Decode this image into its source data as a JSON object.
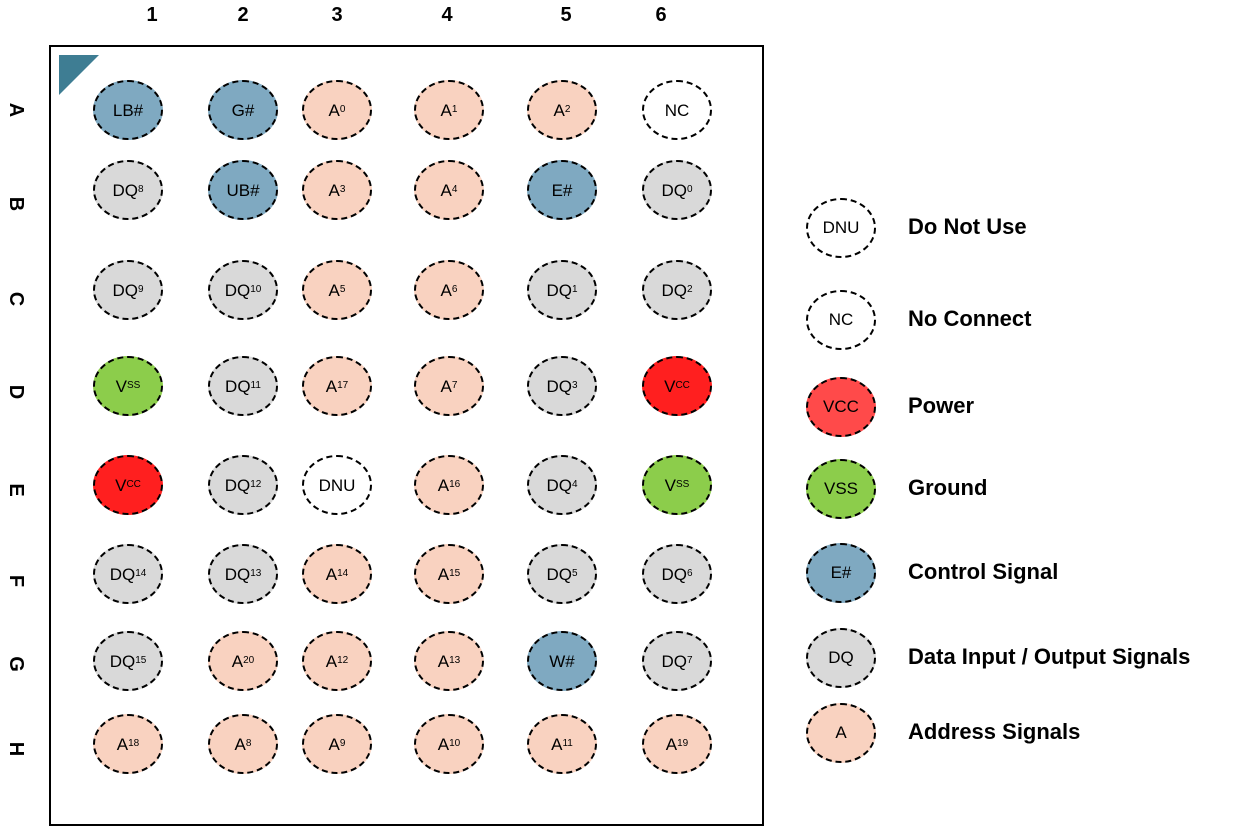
{
  "columns": [
    "1",
    "2",
    "3",
    "4",
    "5",
    "6"
  ],
  "rows": [
    "A",
    "B",
    "C",
    "D",
    "E",
    "F",
    "G",
    "H"
  ],
  "colors": {
    "control": "#7fa9c1",
    "data": "#d9d9d9",
    "address": "#f9d2c0",
    "ground": "#8ccd4b",
    "power": "#ff1f1f",
    "unused": "#ffffff",
    "pin1_marker": "#3e7d93"
  },
  "grid": [
    [
      {
        "t": "LB#",
        "s": "",
        "k": "ctrl"
      },
      {
        "t": "G#",
        "s": "",
        "k": "ctrl"
      },
      {
        "t": "A",
        "s": "0",
        "k": "addr"
      },
      {
        "t": "A",
        "s": "1",
        "k": "addr"
      },
      {
        "t": "A",
        "s": "2",
        "k": "addr"
      },
      {
        "t": "NC",
        "s": "",
        "k": "open"
      }
    ],
    [
      {
        "t": "DQ",
        "s": "8",
        "k": "data"
      },
      {
        "t": "UB#",
        "s": "",
        "k": "ctrl"
      },
      {
        "t": "A",
        "s": "3",
        "k": "addr"
      },
      {
        "t": "A",
        "s": "4",
        "k": "addr"
      },
      {
        "t": "E#",
        "s": "",
        "k": "ctrl"
      },
      {
        "t": "DQ",
        "s": "0",
        "k": "data"
      }
    ],
    [
      {
        "t": "DQ",
        "s": "9",
        "k": "data"
      },
      {
        "t": "DQ",
        "s": "10",
        "k": "data"
      },
      {
        "t": "A",
        "s": "5",
        "k": "addr"
      },
      {
        "t": "A",
        "s": "6",
        "k": "addr"
      },
      {
        "t": "DQ",
        "s": "1",
        "k": "data"
      },
      {
        "t": "DQ",
        "s": "2",
        "k": "data"
      }
    ],
    [
      {
        "t": "V",
        "s": "SS",
        "k": "gnd"
      },
      {
        "t": "DQ",
        "s": "11",
        "k": "data"
      },
      {
        "t": "A",
        "s": "17",
        "k": "addr"
      },
      {
        "t": "A",
        "s": "7",
        "k": "addr"
      },
      {
        "t": "DQ",
        "s": "3",
        "k": "data"
      },
      {
        "t": "V",
        "s": "CC",
        "k": "pwr"
      }
    ],
    [
      {
        "t": "V",
        "s": "CC",
        "k": "pwr"
      },
      {
        "t": "DQ",
        "s": "12",
        "k": "data"
      },
      {
        "t": "DNU",
        "s": "",
        "k": "open"
      },
      {
        "t": "A",
        "s": "16",
        "k": "addr"
      },
      {
        "t": "DQ",
        "s": "4",
        "k": "data"
      },
      {
        "t": "V",
        "s": "SS",
        "k": "gnd"
      }
    ],
    [
      {
        "t": "DQ",
        "s": "14",
        "k": "data"
      },
      {
        "t": "DQ",
        "s": "13",
        "k": "data"
      },
      {
        "t": "A",
        "s": "14",
        "k": "addr"
      },
      {
        "t": "A",
        "s": "15",
        "k": "addr"
      },
      {
        "t": "DQ",
        "s": "5",
        "k": "data"
      },
      {
        "t": "DQ",
        "s": "6",
        "k": "data"
      }
    ],
    [
      {
        "t": "DQ",
        "s": "15",
        "k": "data"
      },
      {
        "t": "A",
        "s": "20",
        "k": "addr"
      },
      {
        "t": "A",
        "s": "12",
        "k": "addr"
      },
      {
        "t": "A",
        "s": "13",
        "k": "addr"
      },
      {
        "t": "W#",
        "s": "",
        "k": "ctrl"
      },
      {
        "t": "DQ",
        "s": "7",
        "k": "data"
      }
    ],
    [
      {
        "t": "A",
        "s": "18",
        "k": "addr"
      },
      {
        "t": "A",
        "s": "8",
        "k": "addr"
      },
      {
        "t": "A",
        "s": "9",
        "k": "addr"
      },
      {
        "t": "A",
        "s": "10",
        "k": "addr"
      },
      {
        "t": "A",
        "s": "11",
        "k": "addr"
      },
      {
        "t": "A",
        "s": "19",
        "k": "addr"
      }
    ]
  ],
  "legend": [
    {
      "symbol": "DNU",
      "label": "Do Not Use",
      "k": "open"
    },
    {
      "symbol": "NC",
      "label": "No Connect",
      "k": "open"
    },
    {
      "symbol": "VCC",
      "label": "Power",
      "k": "pwr"
    },
    {
      "symbol": "VSS",
      "label": "Ground",
      "k": "gnd"
    },
    {
      "symbol": "E#",
      "label": "Control Signal",
      "k": "ctrl"
    },
    {
      "symbol": "DQ",
      "label": "Data Input / Output Signals",
      "k": "data"
    },
    {
      "symbol": "A",
      "label": "Address Signals",
      "k": "addr"
    }
  ]
}
